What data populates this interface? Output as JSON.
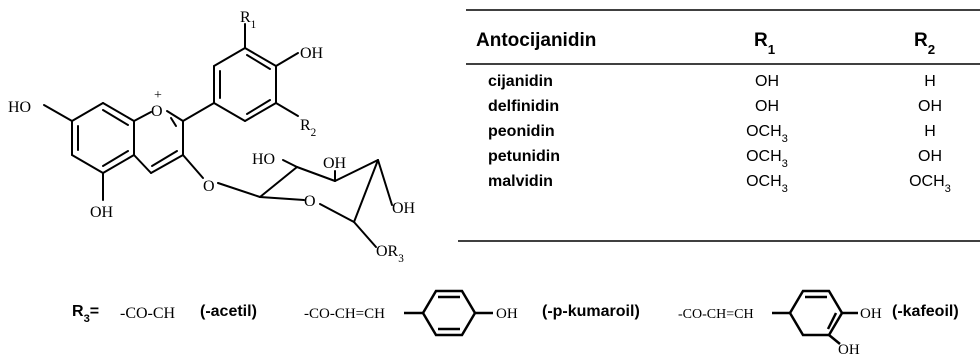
{
  "molecule": {
    "labels": {
      "r1": "R1",
      "oh_b4": "OH",
      "r2": "R2",
      "ho_a7": "HO",
      "o_plus": "O",
      "plus": "+",
      "oh_a5": "OH",
      "o_link": "O",
      "ho_s": "HO",
      "oh_s3": "OH",
      "o_ring": "O",
      "oh_s2": "OH",
      "or3": "OR3"
    }
  },
  "table": {
    "headers": [
      "Antocijanidin",
      "R1",
      "R2"
    ],
    "rows": [
      {
        "name": "cijanidin",
        "r1": "OH",
        "r2": "H"
      },
      {
        "name": "delfinidin",
        "r1": "OH",
        "r2": "OH"
      },
      {
        "name": "peonidin",
        "r1": "OCH3",
        "r2": "H"
      },
      {
        "name": "petunidin",
        "r1": "OCH3",
        "r2": "OH"
      },
      {
        "name": "malvidin",
        "r1": "OCH3",
        "r2": "OCH3"
      }
    ]
  },
  "r3": {
    "label": "R3=",
    "acetyl_formula": "-CO-CH",
    "acetyl_name": "(-acetil)",
    "coumaroyl_formula": "-CO-CH=CH",
    "coumaroyl_oh": "OH",
    "coumaroyl_name": "(-p-kumaroil)",
    "caffeoyl_formula": "-CO-CH=CH",
    "caffeoyl_oh1": "OH",
    "caffeoyl_oh2": "OH",
    "caffeoyl_name": "(-kafeoil)"
  }
}
